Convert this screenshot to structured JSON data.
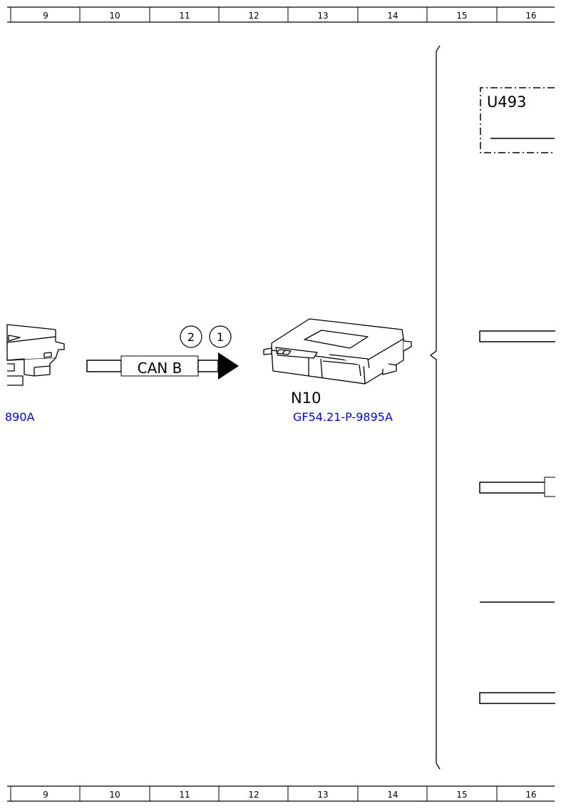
{
  "ruler": {
    "columns": [
      "9",
      "10",
      "11",
      "12",
      "13",
      "14",
      "15",
      "16"
    ]
  },
  "diagram": {
    "left_module_ref": "890A",
    "can_label": "CAN B",
    "pin_2": "2",
    "pin_1": "1",
    "module_name": "N10",
    "module_ref": "GF54.21-P-9895A",
    "right_box_label": "U493"
  },
  "colors": {
    "link": "#0000ee",
    "line": "#000000"
  }
}
